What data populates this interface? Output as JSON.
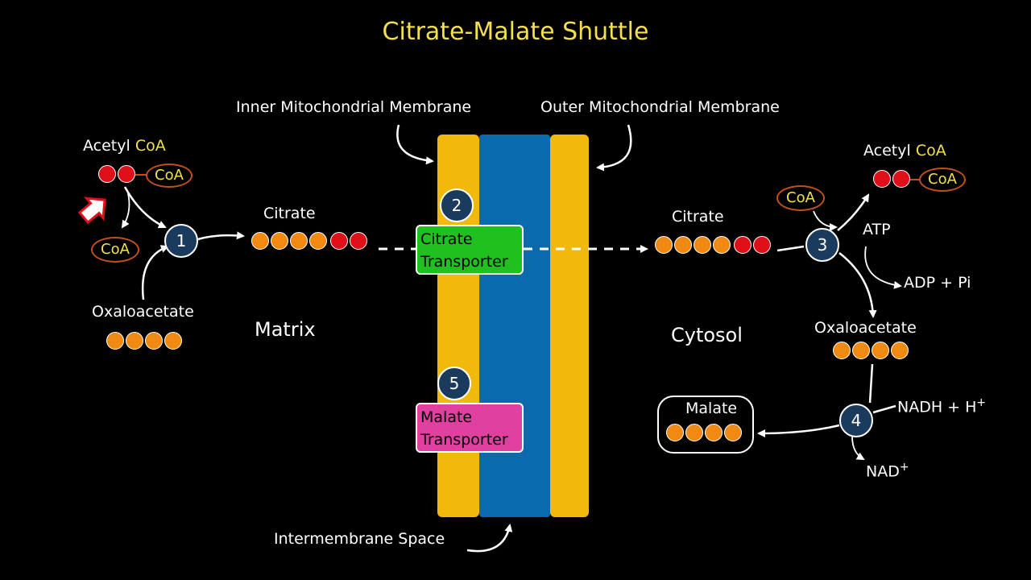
{
  "title": "Citrate-Malate Shuttle",
  "labels": {
    "inner_membrane": "Inner Mitochondrial Membrane",
    "outer_membrane": "Outer Mitochondrial Membrane",
    "intermembrane_space": "Intermembrane Space",
    "matrix": "Matrix",
    "cytosol": "Cytosol"
  },
  "matrix_side": {
    "acetyl": "Acetyl",
    "acetyl_coa_part": "CoA",
    "coa_tag": "CoA",
    "coa_released": "CoA",
    "oxaloacetate": "Oxaloacetate",
    "citrate": "Citrate"
  },
  "cytosol_side": {
    "citrate": "Citrate",
    "coa_in": "CoA",
    "acetyl": "Acetyl",
    "acetyl_coa_part": "CoA",
    "coa_tag": "CoA",
    "atp": "ATP",
    "adp_pi": "ADP + Pi",
    "oxaloacetate": "Oxaloacetate",
    "nadh": "NADH + H",
    "nadh_sup": "+",
    "nad": "NAD",
    "nad_sup": "+",
    "malate": "Malate"
  },
  "transporters": {
    "citrate_line1": "Citrate",
    "citrate_line2": "Transporter",
    "malate_line1": "Malate",
    "malate_line2": "Transporter"
  },
  "steps": [
    "1",
    "2",
    "3",
    "4",
    "5"
  ],
  "colors": {
    "membrane_yellow": "#f0b90b",
    "intermembrane_blue": "#0a6aad",
    "citrate_transporter": "#20c020",
    "malate_transporter": "#e040a0",
    "carbon_orange": "#f08a12",
    "carbon_red": "#e0101a",
    "title_yellow": "#f4e04d",
    "step_navy": "#1a3a5e"
  }
}
